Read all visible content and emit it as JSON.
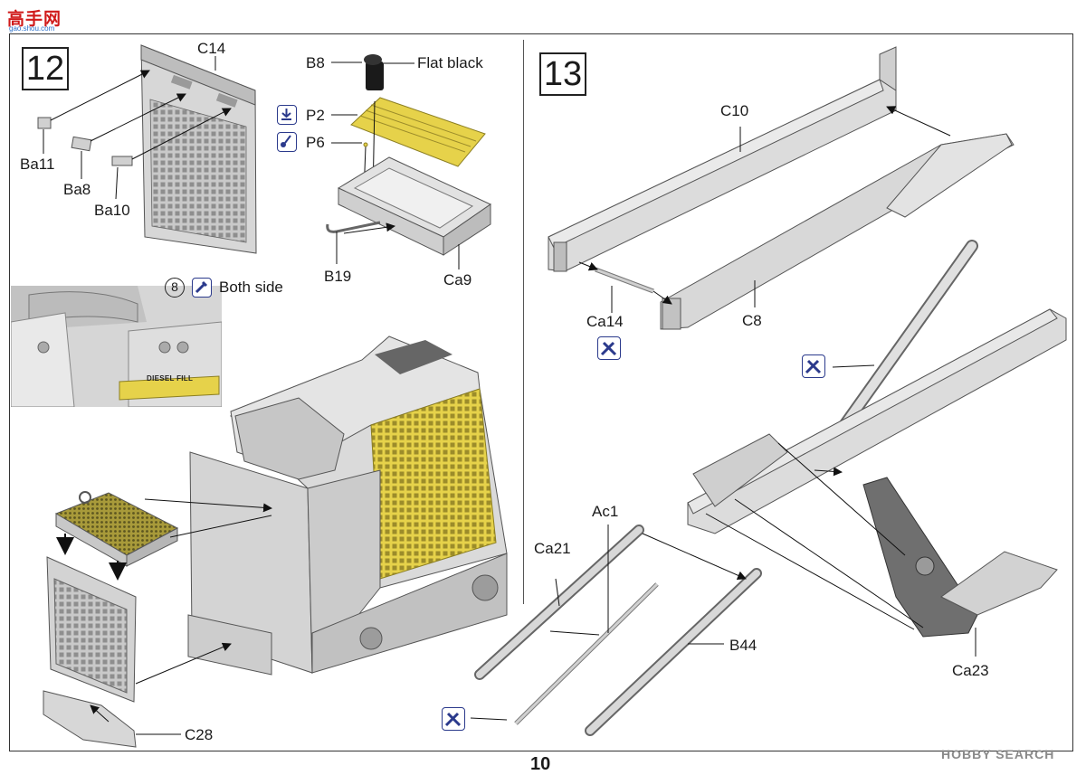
{
  "site_logo": "高手网",
  "site_logo_sub": "gao.shou.com",
  "steps": [
    {
      "number": "12"
    },
    {
      "number": "13"
    }
  ],
  "step12": {
    "parts": {
      "c14": "C14",
      "b8": "B8",
      "flat_black": "Flat black",
      "p2": "P2",
      "p6": "P6",
      "ba11": "Ba11",
      "ba8": "Ba8",
      "ba10": "Ba10",
      "b19": "B19",
      "ca9": "Ca9",
      "c28": "C28"
    },
    "callout_number": "8",
    "both_side": "Both side",
    "inset_text": "DIESEL FILL"
  },
  "step13": {
    "parts": {
      "c10": "C10",
      "c8": "C8",
      "ca14": "Ca14",
      "ac1": "Ac1",
      "ca21": "Ca21",
      "b44": "B44",
      "ca23": "Ca23"
    }
  },
  "page_number": "10",
  "watermark": "HOBBY SEARCH",
  "colors": {
    "part_gray": "#d9d9d9",
    "part_yellow": "#e8d34a",
    "icon_blue": "#2b3a8c"
  },
  "icons": [
    "glue-icon",
    "paint-icon",
    "cement-icon",
    "cement-icon",
    "cement-icon"
  ]
}
